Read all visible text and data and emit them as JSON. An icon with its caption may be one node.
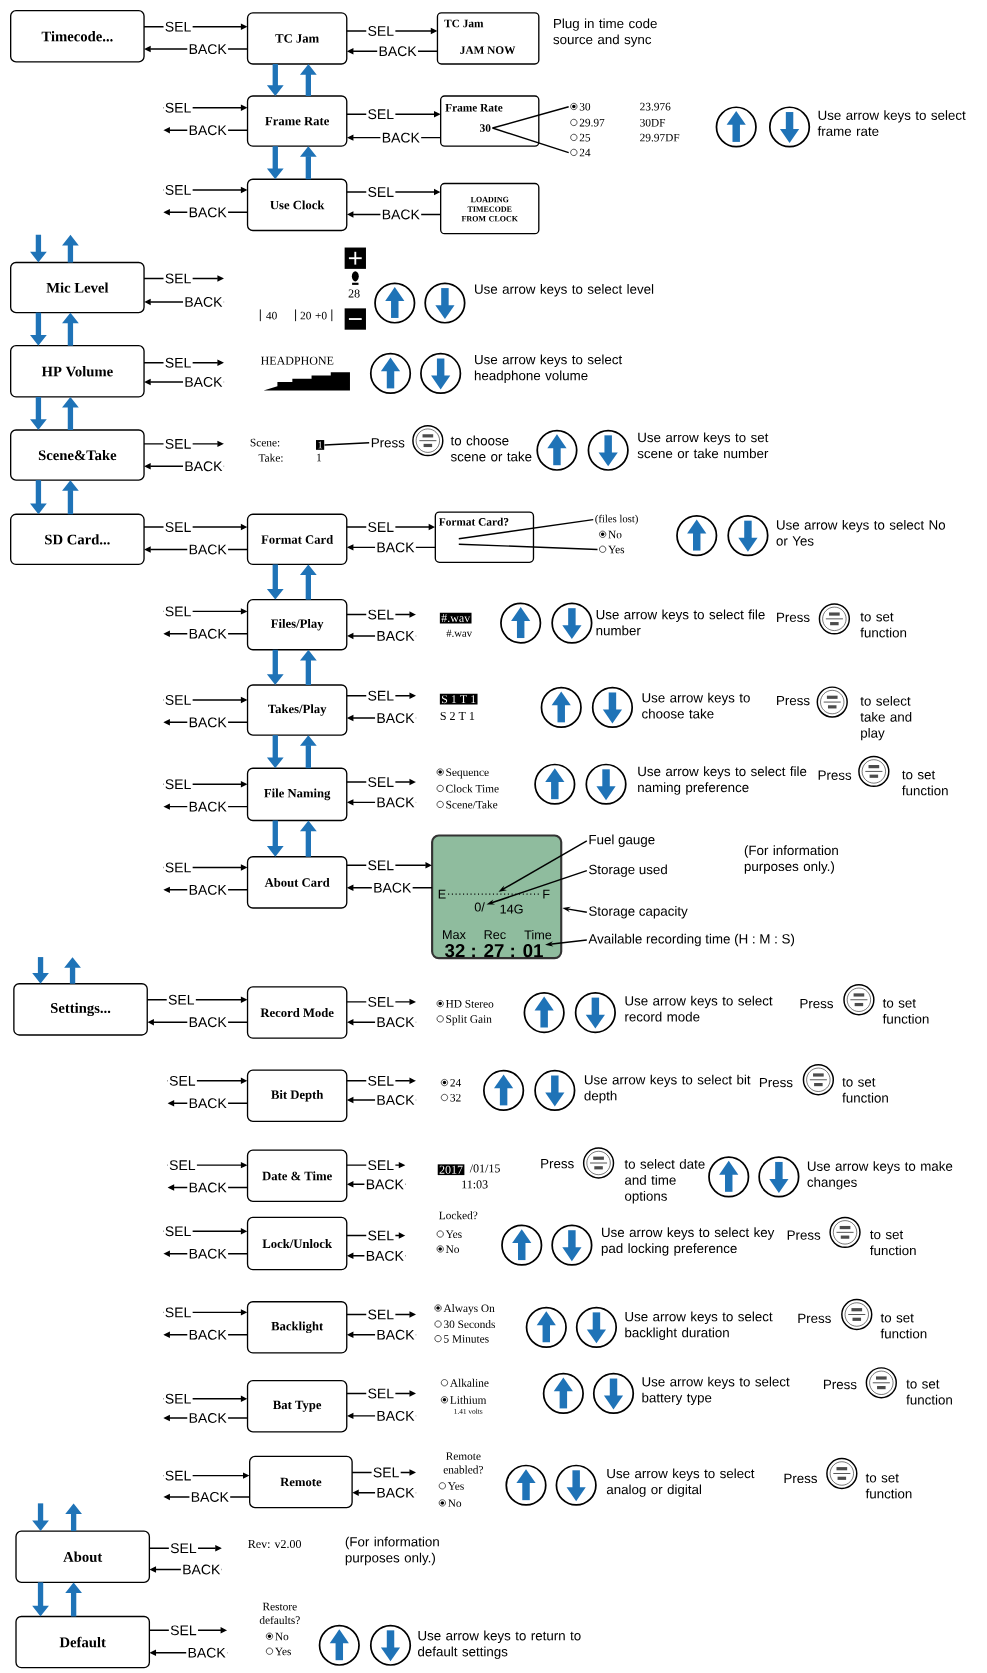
{
  "diagram": {
    "nodes": [
      {
        "text": [
          "Timecode..."
        ]
      },
      {
        "text": [
          "TC Jam"
        ]
      },
      {
        "text": [
          "TC Jam",
          "JAM NOW"
        ]
      },
      {
        "text": [
          "Frame Rate"
        ]
      },
      {
        "text": [
          "Frame Rate"
        ]
      },
      {
        "text": [
          "30"
        ],
        "in": 4
      },
      {
        "text": [
          "30"
        ]
      },
      {
        "text": [
          "29.97"
        ]
      },
      {
        "text": [
          "25"
        ]
      },
      {
        "text": [
          "24"
        ]
      },
      {
        "text": [
          "23.976"
        ]
      },
      {
        "text": [
          "30DF"
        ]
      },
      {
        "text": [
          "29.97DF"
        ]
      },
      {
        "text": [
          "Use Clock"
        ]
      },
      {
        "text": [
          "LOADING TIMECODE FROM CLOCK"
        ]
      },
      {
        "text": [
          "Mic Level"
        ]
      },
      {
        "text": [
          "HP Volume"
        ]
      },
      {
        "text": [
          "Scene&Take"
        ]
      },
      {
        "text": [
          "1"
        ]
      },
      {
        "text": [
          "Press"
        ]
      },
      {
        "text": [
          "SD Card..."
        ]
      },
      {
        "text": [
          "Format Card"
        ]
      },
      {
        "text": [
          "Format Card?"
        ]
      },
      {
        "text": [
          "(files lost)"
        ]
      },
      {
        "text": [
          "No"
        ]
      },
      {
        "text": [
          "Yes"
        ]
      },
      {
        "text": [
          "Files/Play"
        ]
      },
      {
        "text": [
          "Takes/Play"
        ]
      },
      {
        "text": [
          "File Naming"
        ]
      },
      {
        "text": [
          "About Card"
        ]
      },
      {
        "text": [
          "E",
          "F",
          "14G",
          "Max",
          "Rec",
          "Time"
        ]
      },
      {
        "text": [],
        "shape": "line",
        "in": 30
      },
      {
        "text": [
          "0/"
        ],
        "in": 30
      },
      {
        "text": [
          "32 : 27 : 01"
        ],
        "in": 30
      },
      {
        "text": [
          "Fuel gauge"
        ]
      },
      {
        "text": [
          "Storage used"
        ]
      },
      {
        "text": [
          "Storage capacity"
        ]
      },
      {
        "text": [
          "Available recording time (H : M : S)"
        ]
      },
      {
        "text": [
          "Settings..."
        ]
      },
      {
        "text": [
          "Record Mode"
        ]
      },
      {
        "text": [
          "Bit Depth"
        ]
      },
      {
        "text": [
          "Date & Time"
        ]
      },
      {
        "text": [
          "Lock/Unlock"
        ]
      },
      {
        "text": [
          "Backlight"
        ]
      },
      {
        "text": [
          "Bat Type"
        ]
      },
      {
        "text": [
          "Remote"
        ]
      },
      {
        "text": [
          "About"
        ]
      },
      {
        "text": [
          "Default"
        ]
      }
    ],
    "edges": [
      {
        "from": 0,
        "to": 1,
        "arrow": "to",
        "label": "SEL"
      },
      {
        "from": 1,
        "to": 0,
        "arrow": "to",
        "label": "BACK"
      },
      {
        "from": 1,
        "to": 2,
        "arrow": "to",
        "label": "SEL"
      },
      {
        "from": 2,
        "to": 1,
        "arrow": "to",
        "label": "BACK"
      },
      {
        "from": 1,
        "to": 3,
        "arrow": "to",
        "style": "thick",
        "color": "#1f73b7"
      },
      {
        "from": 3,
        "to": 1,
        "arrow": "to",
        "style": "thick",
        "color": "#1f73b7"
      },
      {
        "from": null,
        "to": 3,
        "arrow": "to",
        "label": "SEL"
      },
      {
        "from": 3,
        "to": null,
        "arrow": "to",
        "label": "BACK"
      },
      {
        "from": 3,
        "to": 4,
        "arrow": "to",
        "label": "SEL"
      },
      {
        "from": 4,
        "to": 3,
        "arrow": "to",
        "label": "BACK"
      },
      {
        "from": 5,
        "to": 6,
        "arrow": "none"
      },
      {
        "from": 5,
        "to": 9,
        "arrow": "none"
      },
      {
        "from": 3,
        "to": 13,
        "arrow": "to",
        "style": "thick",
        "color": "#1f73b7"
      },
      {
        "from": 13,
        "to": 3,
        "arrow": "to",
        "style": "thick",
        "color": "#1f73b7"
      },
      {
        "from": null,
        "to": 13,
        "arrow": "to",
        "label": "SEL"
      },
      {
        "from": 13,
        "to": null,
        "arrow": "to",
        "label": "BACK"
      },
      {
        "from": 13,
        "to": 14,
        "arrow": "to",
        "label": "SEL"
      },
      {
        "from": 14,
        "to": 13,
        "arrow": "to",
        "label": "BACK"
      },
      {
        "from": null,
        "to": 15,
        "arrow": "to",
        "style": "thick",
        "color": "#1f73b7"
      },
      {
        "from": 15,
        "to": null,
        "arrow": "to",
        "style": "thick",
        "color": "#1f73b7"
      },
      {
        "from": 15,
        "to": null,
        "arrow": "to",
        "label": "SEL"
      },
      {
        "from": null,
        "to": 15,
        "arrow": "to",
        "label": "BACK"
      },
      {
        "from": 15,
        "to": 16,
        "arrow": "to",
        "style": "thick",
        "color": "#1f73b7"
      },
      {
        "from": 16,
        "to": 15,
        "arrow": "to",
        "style": "thick",
        "color": "#1f73b7"
      },
      {
        "from": 16,
        "to": null,
        "arrow": "to",
        "label": "SEL"
      },
      {
        "from": null,
        "to": 16,
        "arrow": "to",
        "label": "BACK"
      },
      {
        "from": 16,
        "to": 17,
        "arrow": "to",
        "style": "thick",
        "color": "#1f73b7"
      },
      {
        "from": 17,
        "to": 16,
        "arrow": "to",
        "style": "thick",
        "color": "#1f73b7"
      },
      {
        "from": 17,
        "to": null,
        "arrow": "to",
        "label": "SEL"
      },
      {
        "from": null,
        "to": 17,
        "arrow": "to",
        "label": "BACK"
      },
      {
        "from": 19,
        "to": 18,
        "arrow": "none"
      },
      {
        "from": 17,
        "to": 20,
        "arrow": "to",
        "style": "thick",
        "color": "#1f73b7"
      },
      {
        "from": 20,
        "to": 17,
        "arrow": "to",
        "style": "thick",
        "color": "#1f73b7"
      },
      {
        "from": 20,
        "to": 21,
        "arrow": "to",
        "label": "SEL"
      },
      {
        "from": 21,
        "to": 20,
        "arrow": "to",
        "label": "BACK"
      },
      {
        "from": 21,
        "to": 22,
        "arrow": "to",
        "label": "SEL"
      },
      {
        "from": 22,
        "to": 21,
        "arrow": "to",
        "label": "BACK"
      },
      {
        "from": 22,
        "to": 23,
        "arrow": "none"
      },
      {
        "from": 22,
        "to": 25,
        "arrow": "none"
      },
      {
        "from": 21,
        "to": 26,
        "arrow": "to",
        "style": "thick",
        "color": "#1f73b7"
      },
      {
        "from": 26,
        "to": 21,
        "arrow": "to",
        "style": "thick",
        "color": "#1f73b7"
      },
      {
        "from": null,
        "to": 26,
        "arrow": "to",
        "label": "SEL"
      },
      {
        "from": 26,
        "to": null,
        "arrow": "to",
        "label": "BACK"
      },
      {
        "from": 26,
        "to": null,
        "arrow": "to",
        "label": "SEL"
      },
      {
        "from": null,
        "to": 26,
        "arrow": "to",
        "label": "BACK"
      },
      {
        "from": 26,
        "to": 27,
        "arrow": "to",
        "style": "thick",
        "color": "#1f73b7"
      },
      {
        "from": 27,
        "to": 26,
        "arrow": "to",
        "style": "thick",
        "color": "#1f73b7"
      },
      {
        "from": null,
        "to": 27,
        "arrow": "to",
        "label": "SEL"
      },
      {
        "from": 27,
        "to": null,
        "arrow": "to",
        "label": "BACK"
      },
      {
        "from": 27,
        "to": null,
        "arrow": "to",
        "label": "SEL"
      },
      {
        "from": null,
        "to": 27,
        "arrow": "to",
        "label": "BACK"
      },
      {
        "from": 27,
        "to": 28,
        "arrow": "to",
        "style": "thick",
        "color": "#1f73b7"
      },
      {
        "from": 28,
        "to": 27,
        "arrow": "to",
        "style": "thick",
        "color": "#1f73b7"
      },
      {
        "from": null,
        "to": 28,
        "arrow": "to",
        "label": "SEL"
      },
      {
        "from": 28,
        "to": null,
        "arrow": "to",
        "label": "BACK"
      },
      {
        "from": 28,
        "to": null,
        "arrow": "to",
        "label": "SEL"
      },
      {
        "from": null,
        "to": 28,
        "arrow": "to",
        "label": "BACK"
      },
      {
        "from": 28,
        "to": 29,
        "arrow": "to",
        "style": "thick",
        "color": "#1f73b7"
      },
      {
        "from": 29,
        "to": 28,
        "arrow": "to",
        "style": "thick",
        "color": "#1f73b7"
      },
      {
        "from": null,
        "to": 29,
        "arrow": "to",
        "label": "SEL"
      },
      {
        "from": 29,
        "to": null,
        "arrow": "to",
        "label": "BACK"
      },
      {
        "from": 29,
        "to": 30,
        "arrow": "to",
        "label": "SEL"
      },
      {
        "from": 30,
        "to": 29,
        "arrow": "to",
        "label": "BACK"
      },
      {
        "from": 34,
        "to": 31,
        "arrow": "to"
      },
      {
        "from": 35,
        "to": 32,
        "arrow": "to"
      },
      {
        "from": 36,
        "to": 30,
        "arrow": "to"
      },
      {
        "from": 37,
        "to": 33,
        "arrow": "to"
      },
      {
        "from": null,
        "to": 38,
        "arrow": "to",
        "style": "thick",
        "color": "#1f73b7"
      },
      {
        "from": 38,
        "to": null,
        "arrow": "to",
        "style": "thick",
        "color": "#1f73b7"
      },
      {
        "from": 38,
        "to": 39,
        "arrow": "to",
        "label": "SEL"
      },
      {
        "from": 39,
        "to": 38,
        "arrow": "to",
        "label": "BACK"
      },
      {
        "from": 39,
        "to": null,
        "arrow": "to",
        "label": "SEL"
      },
      {
        "from": null,
        "to": 39,
        "arrow": "to",
        "label": "BACK"
      },
      {
        "from": null,
        "to": 40,
        "arrow": "to",
        "label": "SEL"
      },
      {
        "from": 40,
        "to": null,
        "arrow": "to",
        "label": "BACK"
      },
      {
        "from": 40,
        "to": null,
        "arrow": "to",
        "label": "SEL"
      },
      {
        "from": null,
        "to": 40,
        "arrow": "to",
        "label": "BACK"
      },
      {
        "from": null,
        "to": 41,
        "arrow": "to",
        "label": "SEL"
      },
      {
        "from": 41,
        "to": null,
        "arrow": "to",
        "label": "BACK"
      },
      {
        "from": 41,
        "to": null,
        "arrow": "to",
        "label": "SEL"
      },
      {
        "from": null,
        "to": 41,
        "arrow": "to",
        "label": "BACK"
      },
      {
        "from": null,
        "to": 42,
        "arrow": "to",
        "label": "SEL"
      },
      {
        "from": 42,
        "to": null,
        "arrow": "to",
        "label": "BACK"
      },
      {
        "from": 42,
        "to": null,
        "arrow": "to",
        "label": "SEL"
      },
      {
        "from": null,
        "to": 42,
        "arrow": "to",
        "label": "BACK"
      },
      {
        "from": null,
        "to": 43,
        "arrow": "to",
        "label": "SEL"
      },
      {
        "from": 43,
        "to": null,
        "arrow": "to",
        "label": "BACK"
      },
      {
        "from": 43,
        "to": null,
        "arrow": "to",
        "label": "SEL"
      },
      {
        "from": null,
        "to": 43,
        "arrow": "to",
        "label": "BACK"
      },
      {
        "from": null,
        "to": 44,
        "arrow": "to",
        "label": "SEL"
      },
      {
        "from": 44,
        "to": null,
        "arrow": "to",
        "label": "BACK"
      },
      {
        "from": 44,
        "to": null,
        "arrow": "to",
        "label": "SEL"
      },
      {
        "from": null,
        "to": 44,
        "arrow": "to",
        "label": "BACK"
      },
      {
        "from": null,
        "to": 45,
        "arrow": "to",
        "label": "SEL"
      },
      {
        "from": 45,
        "to": null,
        "arrow": "to",
        "label": "BACK"
      },
      {
        "from": 45,
        "to": null,
        "arrow": "to",
        "label": "SEL"
      },
      {
        "from": null,
        "to": 45,
        "arrow": "to",
        "label": "BACK"
      },
      {
        "from": null,
        "to": 46,
        "arrow": "to",
        "style": "thick",
        "color": "#1f73b7"
      },
      {
        "from": 46,
        "to": null,
        "arrow": "to",
        "style": "thick",
        "color": "#1f73b7"
      },
      {
        "from": 46,
        "to": null,
        "arrow": "to",
        "label": "SEL"
      },
      {
        "from": null,
        "to": 46,
        "arrow": "to",
        "label": "BACK"
      },
      {
        "from": 46,
        "to": 47,
        "arrow": "to",
        "style": "thick",
        "color": "#1f73b7"
      },
      {
        "from": 47,
        "to": 46,
        "arrow": "to",
        "style": "thick",
        "color": "#1f73b7"
      },
      {
        "from": 47,
        "to": null,
        "arrow": "to",
        "label": "SEL"
      },
      {
        "from": null,
        "to": 47,
        "arrow": "to",
        "label": "BACK"
      }
    ],
    "labels": [
      "Plug in time code source and sync",
      "Use arrow keys to select frame rate",
      "40",
      "20",
      "+0",
      "28",
      "Use arrow keys to select level",
      "HEADPHONE",
      "Use arrow keys to select headphone volume",
      "Scene:",
      "Take:",
      "1",
      "to choose scene or take",
      "Use arrow keys to set scene or take number",
      "Use arrow keys to select No or Yes",
      "#.wav",
      "#.wav",
      "Use arrow keys to select file number",
      "Press",
      "to set function",
      "S 1 T 1",
      "S 2 T 1",
      "Use arrow keys to choose take",
      "Press",
      "to select take and play",
      "Sequence",
      "Clock Time",
      "Scene/Take",
      "Use arrow keys to select file naming preference",
      "Press",
      "to set function",
      "(For information purposes only.)",
      "HD Stereo",
      "Split Gain",
      "Use arrow keys to select record mode",
      "Press",
      "to set function",
      "24",
      "32",
      "Use arrow keys to select bit depth",
      "Press",
      "to set function",
      "2017",
      "/01/15",
      "11:03",
      "Press",
      "to select date and time options",
      "Use arrow keys to make changes",
      "Locked?",
      "Yes",
      "No",
      "Use arrow keys to select key pad locking preference",
      "Press",
      "to set function",
      "Always On",
      "30 Seconds",
      "5 Minutes",
      "Use arrow keys to select backlight duration",
      "Press",
      "to set function",
      "Alkaline",
      "Lithium",
      "1.41 volts",
      "Use arrow keys to select battery type",
      "Press",
      "to set function",
      "Remote enabled?",
      "Yes",
      "No",
      "Use arrow keys to select analog or digital",
      "Press",
      "to set function",
      "Rev: v2.00",
      "(For information purposes only.)",
      "Restore defaults?",
      "No",
      "Yes",
      "Use arrow keys to return to default settings"
    ]
  }
}
